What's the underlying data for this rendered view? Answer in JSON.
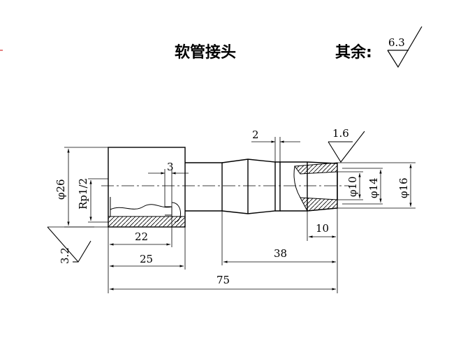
{
  "title": "软管接头",
  "surface_note": {
    "label": "其余:",
    "roughness": "6.3"
  },
  "roughness_marks": [
    "1.6",
    "3.2"
  ],
  "dimensions": {
    "d26": "φ26",
    "thread": "Rp1/2",
    "groove_depth": "3",
    "groove_width": "2",
    "d10": "φ10",
    "d14": "φ14",
    "d16": "φ16",
    "len_10": "10",
    "len_22": "22",
    "len_25": "25",
    "len_38": "38",
    "len_75": "75"
  },
  "colors": {
    "ink": "#000000",
    "background": "#ffffff"
  }
}
